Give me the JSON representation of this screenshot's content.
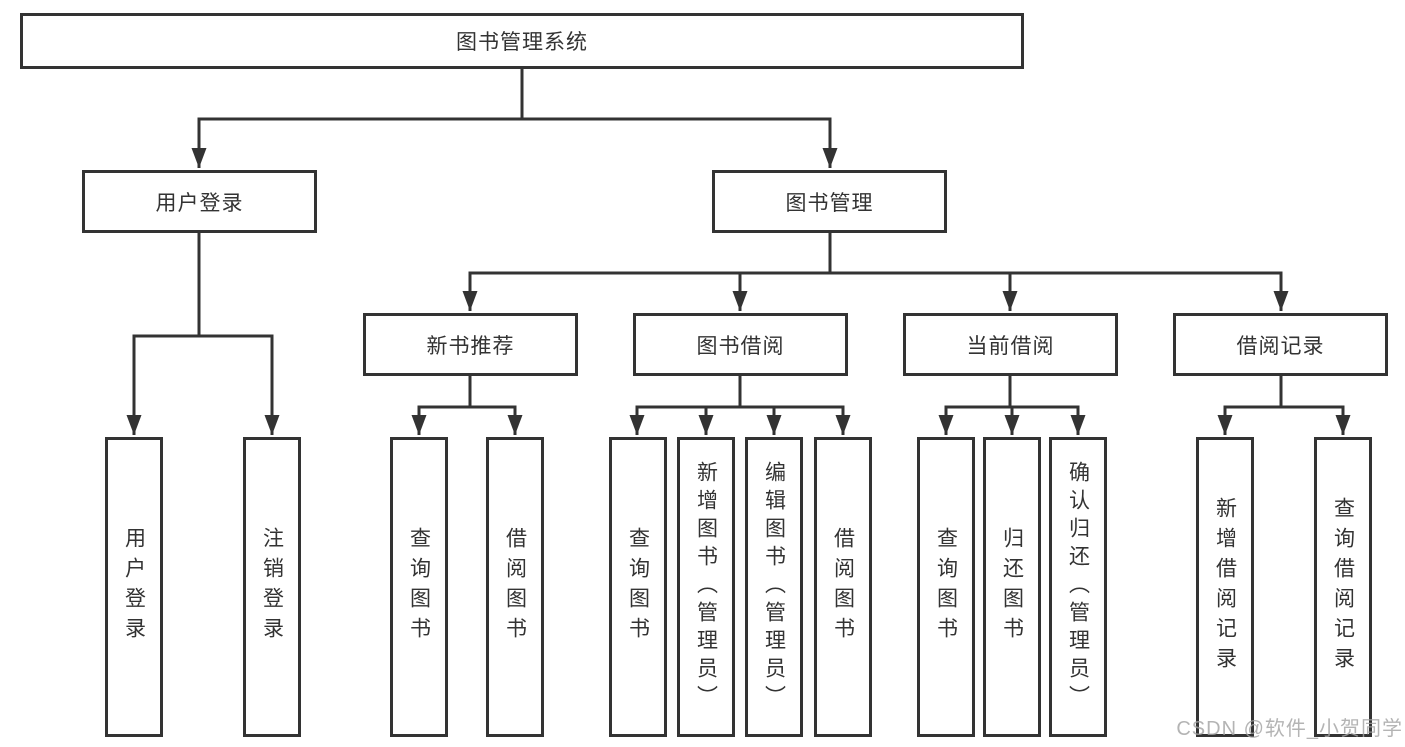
{
  "watermark": "CSDN @软件_小贺同学",
  "colors": {
    "line": "#333333",
    "text": "#333333",
    "background": "#ffffff",
    "watermark": "#a3a3a3"
  },
  "tree": {
    "label": "图书管理系统",
    "children": [
      {
        "label": "用户登录",
        "children": [
          {
            "label": "用户登录"
          },
          {
            "label": "注销登录"
          }
        ]
      },
      {
        "label": "图书管理",
        "children": [
          {
            "label": "新书推荐",
            "children": [
              {
                "label": "查询图书"
              },
              {
                "label": "借阅图书"
              }
            ]
          },
          {
            "label": "图书借阅",
            "children": [
              {
                "label": "查询图书"
              },
              {
                "label": "新增图书（管理员）"
              },
              {
                "label": "编辑图书（管理员）"
              },
              {
                "label": "借阅图书"
              }
            ]
          },
          {
            "label": "当前借阅",
            "children": [
              {
                "label": "查询图书"
              },
              {
                "label": "归还图书"
              },
              {
                "label": "确认归还（管理员）"
              }
            ]
          },
          {
            "label": "借阅记录",
            "children": [
              {
                "label": "新增借阅记录"
              },
              {
                "label": "查询借阅记录"
              }
            ]
          }
        ]
      }
    ]
  }
}
